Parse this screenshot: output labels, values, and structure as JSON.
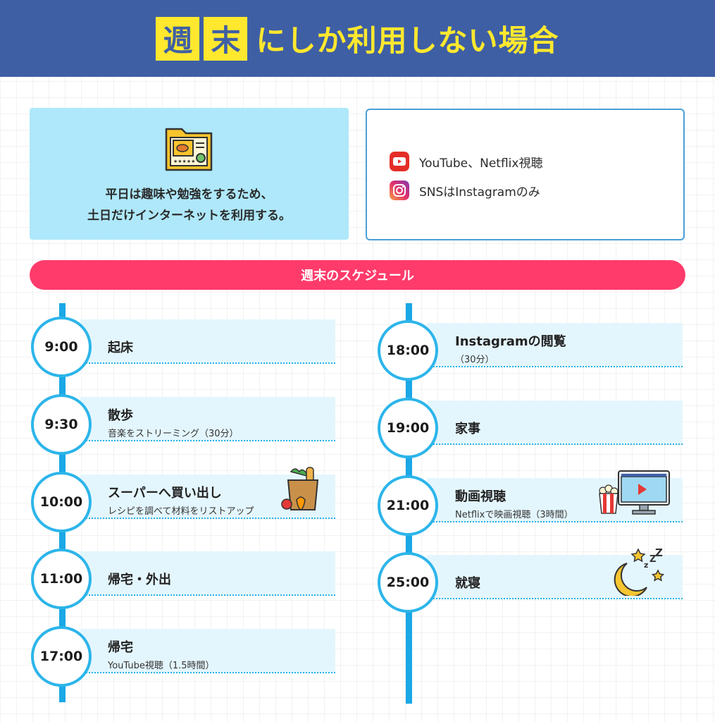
{
  "header": {
    "title_box1": "週",
    "title_box2": "末",
    "title_rest": "にしか利用しない場合"
  },
  "summary": {
    "description_line1": "平日は趣味や勉強をするため、",
    "description_line2": "土日だけインターネットを利用する。",
    "services": [
      {
        "icon": "youtube-icon",
        "label": "YouTube、Netflix視聴"
      },
      {
        "icon": "instagram-icon",
        "label": "SNSはInstagramのみ"
      }
    ]
  },
  "schedule": {
    "title": "週末のスケジュール",
    "left": [
      {
        "time": "9:00",
        "title": "起床",
        "sub": ""
      },
      {
        "time": "9:30",
        "title": "散歩",
        "sub": "音楽をストリーミング（30分）"
      },
      {
        "time": "10:00",
        "title": "スーパーへ買い出し",
        "sub": "レシピを調べて材料をリストアップ"
      },
      {
        "time": "11:00",
        "title": "帰宅・外出",
        "sub": ""
      },
      {
        "time": "17:00",
        "title": "帰宅",
        "sub": "YouTube視聴（1.5時間）"
      }
    ],
    "right": [
      {
        "time": "18:00",
        "title": "Instagramの閲覧",
        "sub": "（30分）"
      },
      {
        "time": "19:00",
        "title": "家事",
        "sub": ""
      },
      {
        "time": "21:00",
        "title": "動画視聴",
        "sub": "Netflixで映画視聴（3時間）"
      },
      {
        "time": "25:00",
        "title": "就寝",
        "sub": ""
      }
    ]
  },
  "colors": {
    "header_bg": "#3f5fa5",
    "accent_yellow": "#ffe82e",
    "banner_pink": "#ff3b6b",
    "timeline_blue": "#1aa8e6",
    "panel_light_blue": "#e4f6fd"
  }
}
